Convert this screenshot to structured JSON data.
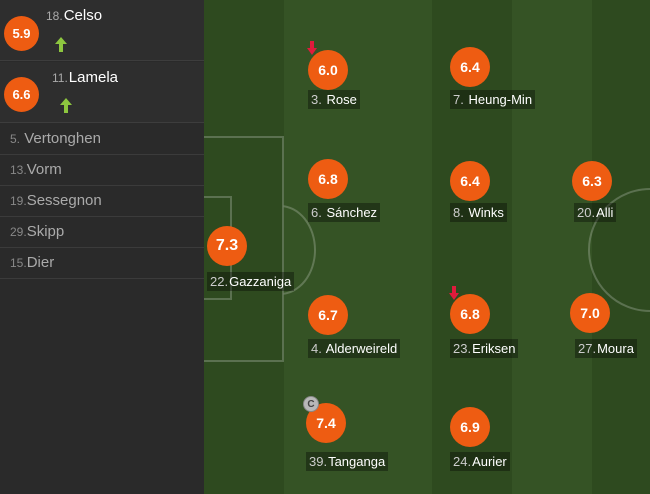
{
  "colors": {
    "rating_bg": "#ee5c12",
    "sub_arrow": "#8dc63f",
    "out_arrow": "#e01b3c",
    "pitch_dark": "#2e4a1f",
    "pitch_light": "#355325",
    "sidebar_bg": "#2a2a2a"
  },
  "substitutes_played": [
    {
      "number": "18.",
      "name": "Celso",
      "rating": "5.9",
      "icon": "up-arrow-icon"
    },
    {
      "number": "11.",
      "name": "Lamela",
      "rating": "6.6",
      "icon": "up-arrow-icon"
    }
  ],
  "bench": [
    {
      "number": "5.",
      "name": "Vertonghen"
    },
    {
      "number": "13.",
      "name": "Vorm"
    },
    {
      "number": "19.",
      "name": "Sessegnon"
    },
    {
      "number": "29.",
      "name": "Skipp"
    },
    {
      "number": "15.",
      "name": "Dier"
    }
  ],
  "players": [
    {
      "number": "22.",
      "name": "Gazzaniga",
      "rating": "7.3"
    },
    {
      "number": "3.",
      "name": "Rose",
      "rating": "6.0",
      "subbed_off": true
    },
    {
      "number": "7.",
      "name": "Heung-Min",
      "rating": "6.4"
    },
    {
      "number": "6.",
      "name": "Sánchez",
      "rating": "6.8"
    },
    {
      "number": "8.",
      "name": "Winks",
      "rating": "6.4"
    },
    {
      "number": "20.",
      "name": "Alli",
      "rating": "6.3"
    },
    {
      "number": "4.",
      "name": "Alderweireld",
      "rating": "6.7"
    },
    {
      "number": "23.",
      "name": "Eriksen",
      "rating": "6.8",
      "subbed_off": true
    },
    {
      "number": "27.",
      "name": "Moura",
      "rating": "7.0"
    },
    {
      "number": "39.",
      "name": "Tanganga",
      "rating": "7.4",
      "captain": true,
      "captain_label": "C"
    },
    {
      "number": "24.",
      "name": "Aurier",
      "rating": "6.9"
    }
  ]
}
